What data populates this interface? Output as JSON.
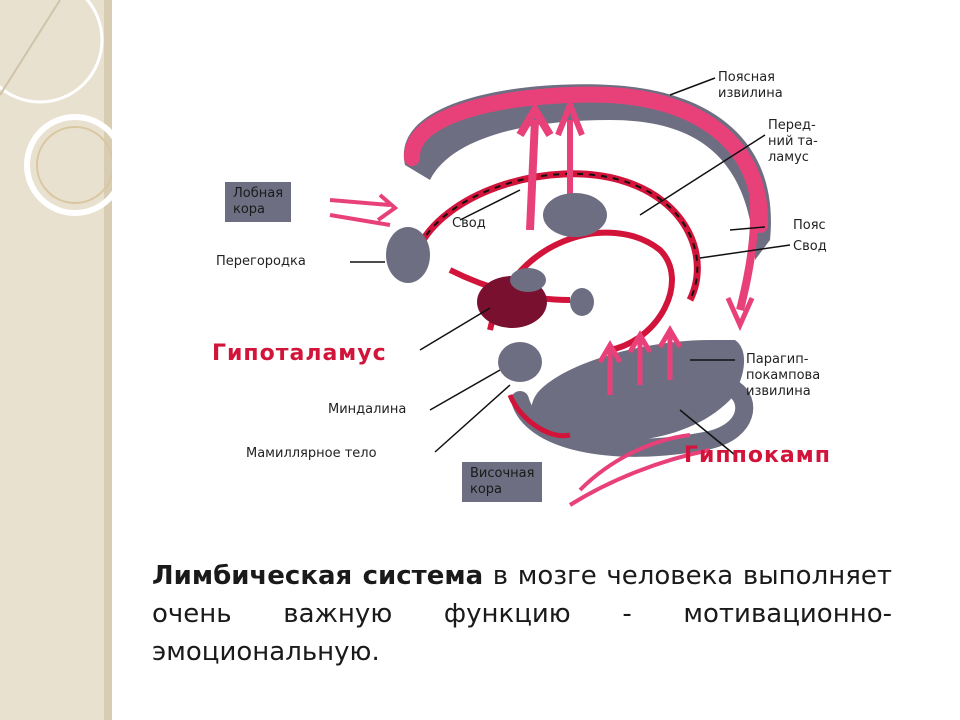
{
  "labels": {
    "cingulate_gyrus": "Поясная\nизвилина",
    "anterior_thalamus": "Перед-\nний та-\nламус",
    "frontal_cortex": "Лобная\nкора",
    "fornix_left": "Свод",
    "belt": "Пояс",
    "fornix_right": "Свод",
    "septum": "Перегородка",
    "hypothalamus": "Гипоталамус",
    "parahippocampal_gyrus": "Парагип-\nпокампова\nизвилина",
    "amygdala": "Миндалина",
    "mammillary_body": "Мамиллярное тело",
    "hippocampus": "Гиппокамп",
    "temporal_cortex": "Височная\nкора"
  },
  "caption": {
    "bold": "Лимбическая система",
    "rest": " в мозге человека выполняет очень важную функцию - мотивационно-эмоциональную."
  },
  "colors": {
    "structure_gray": "#6e6e82",
    "pathway_pink": "#e8417a",
    "pathway_red": "#d2143a",
    "hypothalamus_dark": "#7a1030",
    "deco_beige": "#e9e1cf"
  }
}
